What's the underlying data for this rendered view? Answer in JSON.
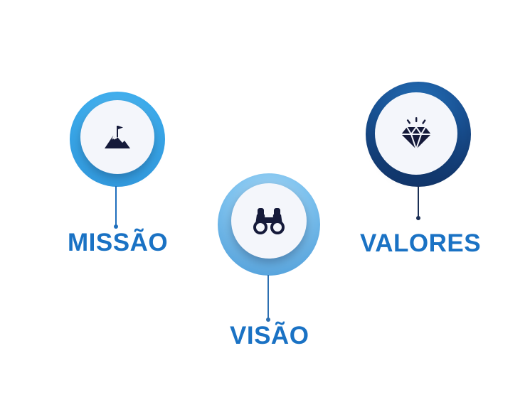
{
  "items": [
    {
      "label": "MISSÃO",
      "icon": "mountain-flag-icon"
    },
    {
      "label": "VISÃO",
      "icon": "binoculars-icon"
    },
    {
      "label": "VALORES",
      "icon": "diamond-icon"
    }
  ],
  "colors": {
    "label": "#1a72c4",
    "icon": "#151a3a",
    "disc": "#f4f6fb",
    "missao_ring": "#3aa9ea",
    "visao_ring": "#7cc1ee",
    "valores_ring": "#1a5598"
  }
}
